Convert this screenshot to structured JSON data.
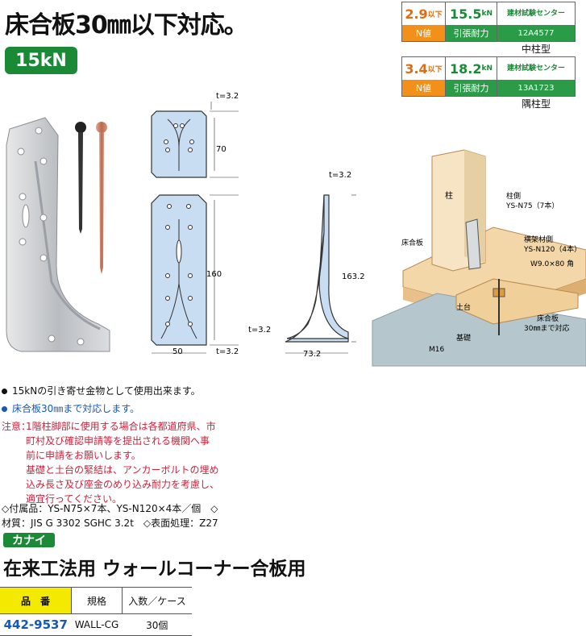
{
  "headline": "床合板30㎜以下対応。",
  "kn_badge": "15kN",
  "specs": [
    {
      "n_value": "2.9",
      "n_suffix": "以下",
      "tensile": "15.5",
      "tensile_unit": "kN",
      "org": "建材試験センター",
      "n_label": "N値",
      "tensile_label": "引張耐力",
      "cert": "12A4577",
      "type": "中柱型"
    },
    {
      "n_value": "3.4",
      "n_suffix": "以下",
      "tensile": "18.2",
      "tensile_unit": "kN",
      "org": "建材試験センター",
      "n_label": "N値",
      "tensile_label": "引張耐力",
      "cert": "13A1723",
      "type": "隅柱型"
    }
  ],
  "colors": {
    "green": "#1a8a37",
    "orange": "#f39019",
    "yellow": "#f4e900",
    "blue": "#1658b4",
    "red": "#d0213b"
  },
  "drawing": {
    "top_t": "t=3.2",
    "top_h": "70",
    "front_h": "160",
    "front_w": "50",
    "front_t": "t=3.2",
    "side_t_top": "t=3.2",
    "side_h": "163.2",
    "side_t_bottom": "t=3.2",
    "side_w": "73.2"
  },
  "diagram": {
    "pillar": "柱",
    "pillar_side": "柱側",
    "pillar_screw": "YS-N75（7本）",
    "beam_side": "横架材側",
    "beam_screw": "YS-N120（4本）",
    "floor_panel": "床合板",
    "washer": "W9.0×80 角",
    "sill": "土台",
    "foundation": "基礎",
    "bolt": "M16",
    "floor_note_1": "床合板",
    "floor_note_2": "30㎜まで対応"
  },
  "bullets": [
    "15kNの引き寄せ金物として使用出来ます。",
    "床合板30㎜まで対応します。"
  ],
  "note": {
    "label": "注意：",
    "lines": [
      "1階柱脚部に使用する場合は各都道府県、市",
      "町村及び確認申請等を提出される機関へ事",
      "前に申請をお願いします。",
      "基礎と土台の緊結は、アンカーボルトの埋め",
      "込み長さ及び座金のめり込み耐力を考慮し、",
      "適宜行ってください。"
    ]
  },
  "info": {
    "line1": "◇付属品：YS-N75×7本、YS-N120×4本／個　◇",
    "line2": "材質：JIS G 3302 SGHC 3.2t　◇表面処理：Z27"
  },
  "brand": "カナイ",
  "product_title": "在来工法用  ウォールコーナー合板用",
  "table": {
    "headers": [
      "品　番",
      "規格",
      "入数／ケース"
    ],
    "rows": [
      [
        "442-9537",
        "WALL-CG",
        "30個"
      ]
    ]
  }
}
